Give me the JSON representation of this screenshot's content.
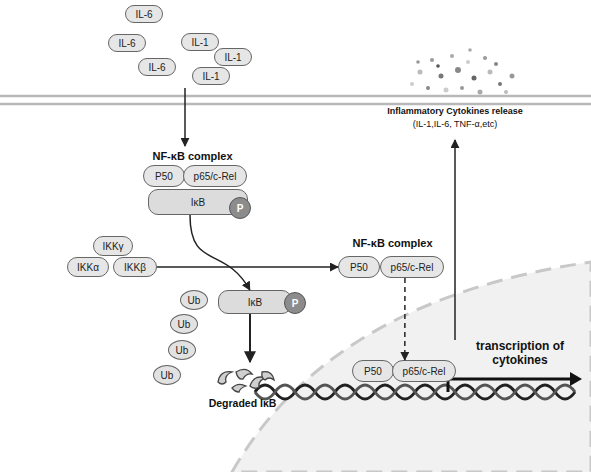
{
  "diagram": {
    "nodes": [
      {
        "text": [
          "IL-6"
        ]
      },
      {
        "text": [
          "IL-6"
        ]
      },
      {
        "text": [
          "IL-1"
        ]
      },
      {
        "text": [
          "IL-1"
        ]
      },
      {
        "text": [
          "IL-6"
        ]
      },
      {
        "text": [
          "IL-1"
        ]
      },
      {
        "text": [
          "P50"
        ]
      },
      {
        "text": [
          "p65/c-Rel"
        ]
      },
      {
        "text": [
          "IκB"
        ]
      },
      {
        "text": [
          "P"
        ]
      },
      {
        "text": [
          "IKKγ"
        ]
      },
      {
        "text": [
          "IKKα"
        ]
      },
      {
        "text": [
          "IKKβ"
        ]
      },
      {
        "text": [
          "P50"
        ]
      },
      {
        "text": [
          "p65/c-Rel"
        ]
      },
      {
        "text": [
          "IκB"
        ]
      },
      {
        "text": [
          "P"
        ]
      },
      {
        "text": [
          "Ub"
        ]
      },
      {
        "text": [
          "Ub"
        ]
      },
      {
        "text": [
          "Ub"
        ]
      },
      {
        "text": [
          "Ub"
        ]
      },
      {
        "text": [
          "P50"
        ]
      },
      {
        "text": [
          "p65/c-Rel"
        ]
      }
    ],
    "edges": [
      {
        "from": 8,
        "to": 15,
        "arrow": "to"
      },
      {
        "from": 12,
        "to": 13,
        "arrow": "to"
      },
      {
        "from": 14,
        "to": 22,
        "arrow": "to"
      }
    ],
    "labels": [
      "Inflammatory Cytokines release",
      "(IL-1,IL-6, TNF-α,etc)",
      "NF-κB complex",
      "NF-κB complex",
      "transcription of cytokines",
      "Degraded IκB"
    ]
  }
}
